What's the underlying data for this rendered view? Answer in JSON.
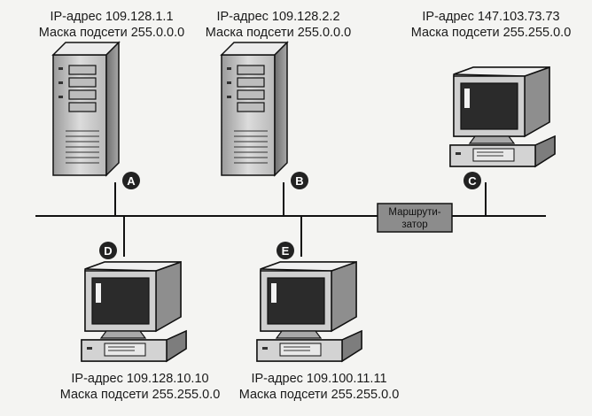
{
  "hosts": [
    {
      "id": "A",
      "ip": "IP-адрес 109.128.1.1",
      "mask": "Маска подсети 255.0.0.0"
    },
    {
      "id": "B",
      "ip": "IP-адрес 109.128.2.2",
      "mask": "Маска подсети 255.0.0.0"
    },
    {
      "id": "C",
      "ip": "IP-адрес 147.103.73.73",
      "mask": "Маска подсети 255.255.0.0"
    },
    {
      "id": "D",
      "ip": "IP-адрес 109.128.10.10",
      "mask": "Маска подсети 255.255.0.0"
    },
    {
      "id": "E",
      "ip": "IP-адрес 109.100.11.11",
      "mask": "Маска подсети 255.255.0.0"
    }
  ],
  "router": {
    "line1": "Маршрути-",
    "line2": "затор"
  },
  "colors": {
    "ink": "#111111",
    "case": "#d6d6d6",
    "caseDark": "#8a8a8a",
    "screen": "#2a2a2a",
    "router": "#8c8c8c"
  }
}
